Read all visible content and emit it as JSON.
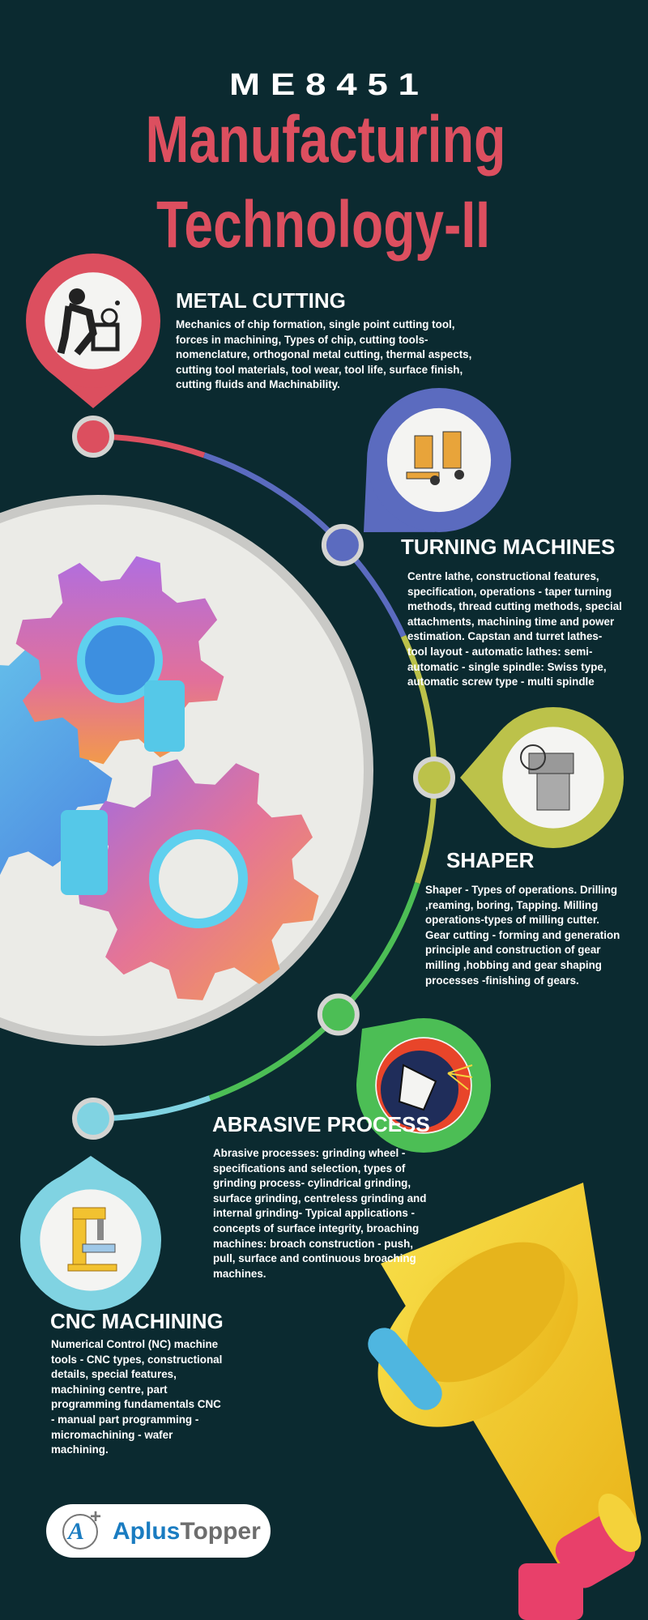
{
  "header": {
    "course_code": "M E 8 4 5 1",
    "title_line1": "Manufacturing",
    "title_line2": "Technology-II"
  },
  "colors": {
    "background": "#0b2a30",
    "title": "#dc4f5f",
    "metal_cutting": "#dc4f5f",
    "turning": "#5b6bbf",
    "shaper": "#bcc24a",
    "abrasive": "#4cbe55",
    "cnc": "#80d3e2",
    "megaphone": "#f2cc2e"
  },
  "sections": [
    {
      "title": "METAL CUTTING",
      "icon": "metal-cutting-worker-icon",
      "body": "Mechanics of chip formation, single point cutting tool,\nforces in machining, Types of chip, cutting tools-\nnomenclature, orthogonal metal cutting, thermal aspects,\ncutting tool materials, tool wear, tool life, surface finish,\ncutting fluids and Machinability."
    },
    {
      "title": "TURNING MACHINES",
      "icon": "factory-workers-icon",
      "body": "Centre lathe, constructional features,\nspecification, operations - taper turning\nmethods, thread cutting methods, special\nattachments, machining time and power\nestimation. Capstan and turret lathes-\ntool layout - automatic lathes: semi-\nautomatic - single spindle: Swiss type,\nautomatic screw type - multi spindle"
    },
    {
      "title": "SHAPER",
      "icon": "shaper-machine-icon",
      "body": "Shaper - Types of operations. Drilling\n,reaming, boring, Tapping. Milling\noperations-types of milling cutter.\nGear cutting - forming and generation\nprinciple and construction of gear\nmilling ,hobbing and gear shaping\nprocesses -finishing of gears."
    },
    {
      "title": "ABRASIVE PROCESS",
      "icon": "grinding-worker-icon",
      "body": "Abrasive processes: grinding wheel -\nspecifications and selection, types of\ngrinding process- cylindrical grinding,\nsurface grinding, centreless grinding and\ninternal grinding- Typical applications -\nconcepts of surface integrity, broaching\nmachines: broach construction - push,\npull, surface and continuous broaching\nmachines."
    },
    {
      "title": "CNC MACHINING",
      "icon": "cnc-drill-machine-icon",
      "body": "Numerical Control (NC) machine\ntools - CNC types, constructional\ndetails, special features,\nmachining centre, part\nprogramming fundamentals CNC\n- manual part programming -\nmicromachining - wafer\nmachining."
    }
  ],
  "logo": {
    "mark": "A+",
    "part1": "Aplus",
    "part2": "Topper"
  }
}
